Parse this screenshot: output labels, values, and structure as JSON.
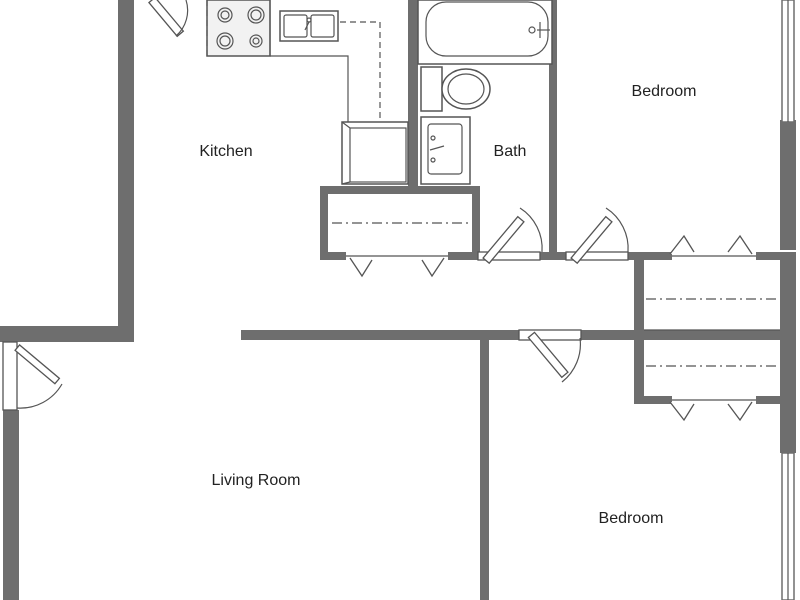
{
  "rooms": {
    "kitchen": "Kitchen",
    "bath": "Bath",
    "bedroom_top": "Bedroom",
    "living_room": "Living Room",
    "bedroom_bottom": "Bedroom"
  },
  "colors": {
    "wall": "#6e6e6e",
    "line": "#555555",
    "background": "#ffffff",
    "text": "#222222"
  },
  "icons": [
    "stove-icon",
    "sink-icon",
    "bathtub-icon",
    "toilet-icon",
    "bathroom-sink-icon",
    "refrigerator-icon",
    "door-swing-icon",
    "closet-bifold-door-icon",
    "window-icon"
  ]
}
